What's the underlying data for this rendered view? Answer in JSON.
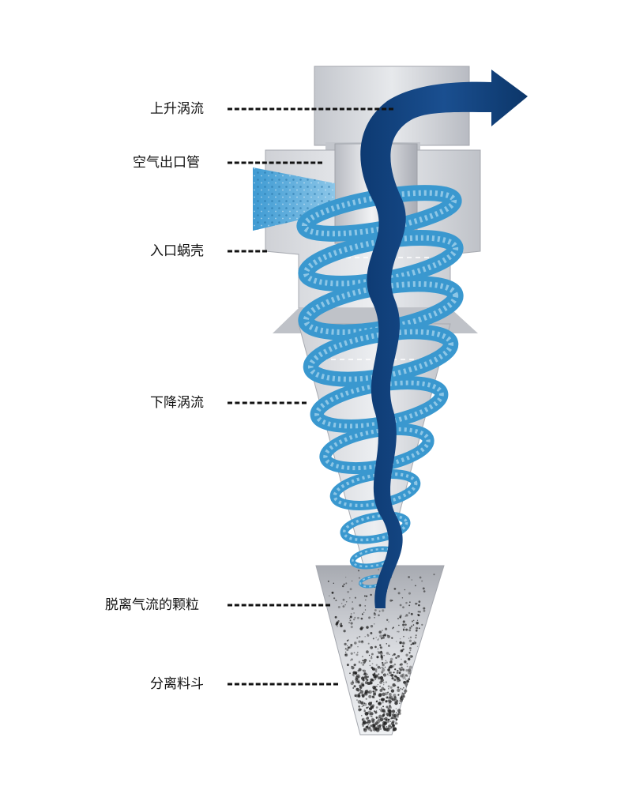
{
  "labels": {
    "upward_vortex": "上升涡流",
    "air_outlet_pipe": "空气出口管",
    "inlet_volute": "入口蜗壳",
    "downward_vortex": "下降涡流",
    "separated_particles": "脱离气流的颗粒",
    "separation_hopper": "分离料斗"
  },
  "colors": {
    "body_light": "#e6e7ea",
    "body_mid": "#c9cbd0",
    "body_dark": "#9ea1a8",
    "arrow": "#0f3f7a",
    "spiral": "#3a98cf",
    "spiral_light": "#a9d6ee",
    "inlet": "#4ba3d6",
    "leader": "#111111"
  }
}
